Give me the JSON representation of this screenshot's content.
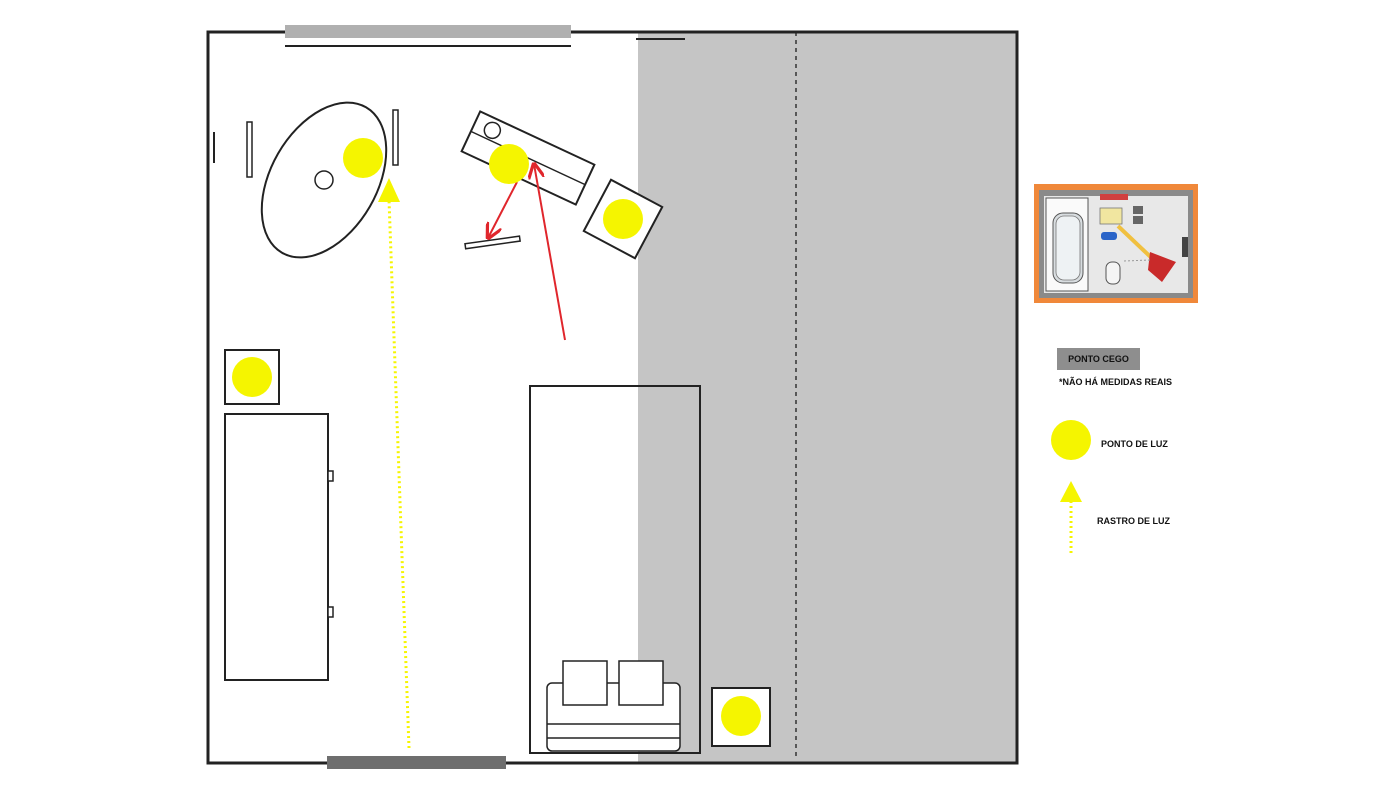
{
  "legend": {
    "blind_spot_label": "PONTO CEGO",
    "note": "*NÃO HÁ MEDIDAS REAIS",
    "light_point_label": "PONTO DE LUZ",
    "light_trail_label": "RASTRO DE LUZ"
  },
  "colors": {
    "blind_spot": "#c5c5c5",
    "light_point": "#f5f500",
    "light_trail": "#f5f500",
    "reflection_arrow": "#e0262c",
    "thumbnail_frame": "#f0883a",
    "window": "#b0b0b0",
    "door": "#6e6e6e"
  },
  "icons": [
    "light-point-icon",
    "light-trail-arrow-icon",
    "reflection-arrow-icon"
  ]
}
